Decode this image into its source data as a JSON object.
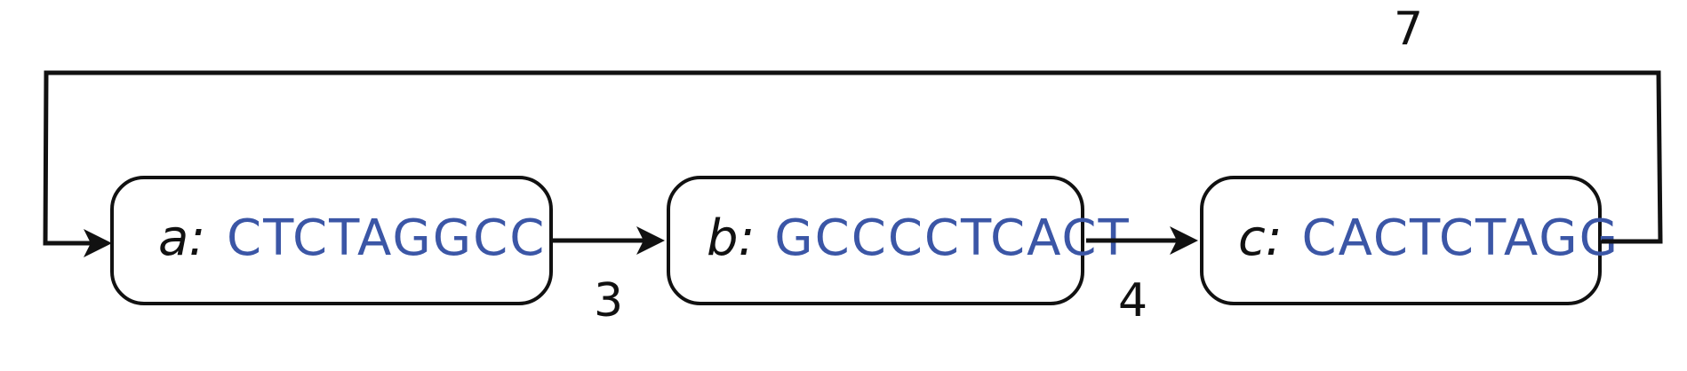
{
  "colors": {
    "stroke": "#111111",
    "sequence": "#3b56a6",
    "background": "#ffffff"
  },
  "nodes": [
    {
      "id": "a",
      "label": "a:",
      "sequence": "CTCTAGGCC"
    },
    {
      "id": "b",
      "label": "b:",
      "sequence": "GCCCCTCACT"
    },
    {
      "id": "c",
      "label": "c:",
      "sequence": "CACTCTAGG"
    }
  ],
  "edges": [
    {
      "from": "a",
      "to": "b",
      "weight": "3"
    },
    {
      "from": "b",
      "to": "c",
      "weight": "4"
    },
    {
      "from": "c",
      "to": "a",
      "weight": "7"
    }
  ]
}
